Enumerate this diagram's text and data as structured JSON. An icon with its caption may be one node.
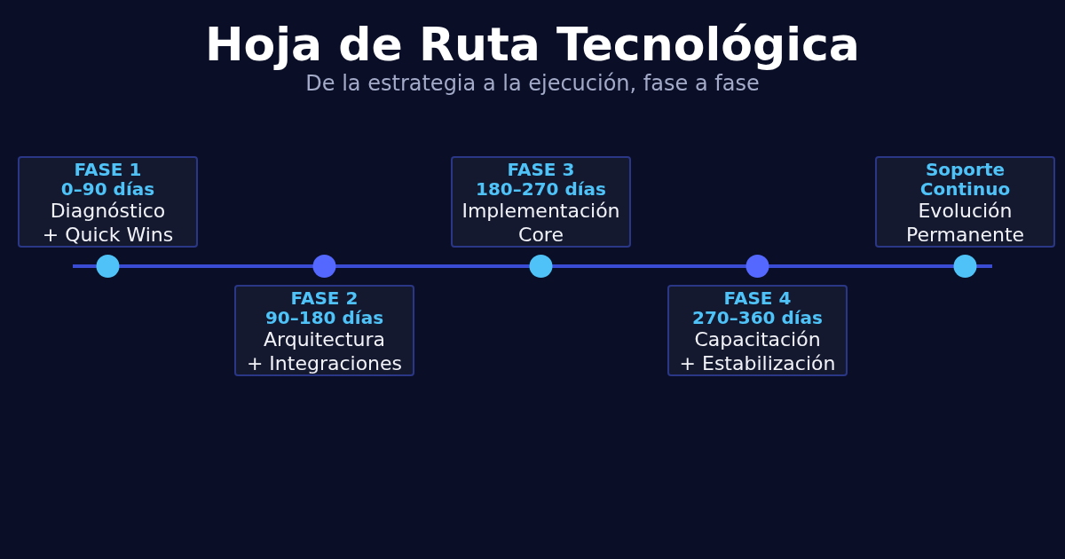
{
  "diagram": {
    "title": "Hoja de Ruta Tecnológica",
    "nodes": [
      {
        "text": [
          "FASE 1 0–90 días",
          "Diagnóstico + Quick Wins"
        ]
      },
      {
        "text": [
          "FASE 2 90–180 días",
          "Arquitectura + Integraciones"
        ]
      },
      {
        "text": [
          "FASE 3 180–270 días",
          "Implementación Core"
        ]
      },
      {
        "text": [
          "FASE 4 270–360 días",
          "Capacitación + Estabilización"
        ]
      },
      {
        "text": [
          "Soporte Continuo",
          "Evolución Permanente"
        ]
      }
    ],
    "labels": [
      "De la estrategia a la ejecución, fase a fase"
    ]
  }
}
